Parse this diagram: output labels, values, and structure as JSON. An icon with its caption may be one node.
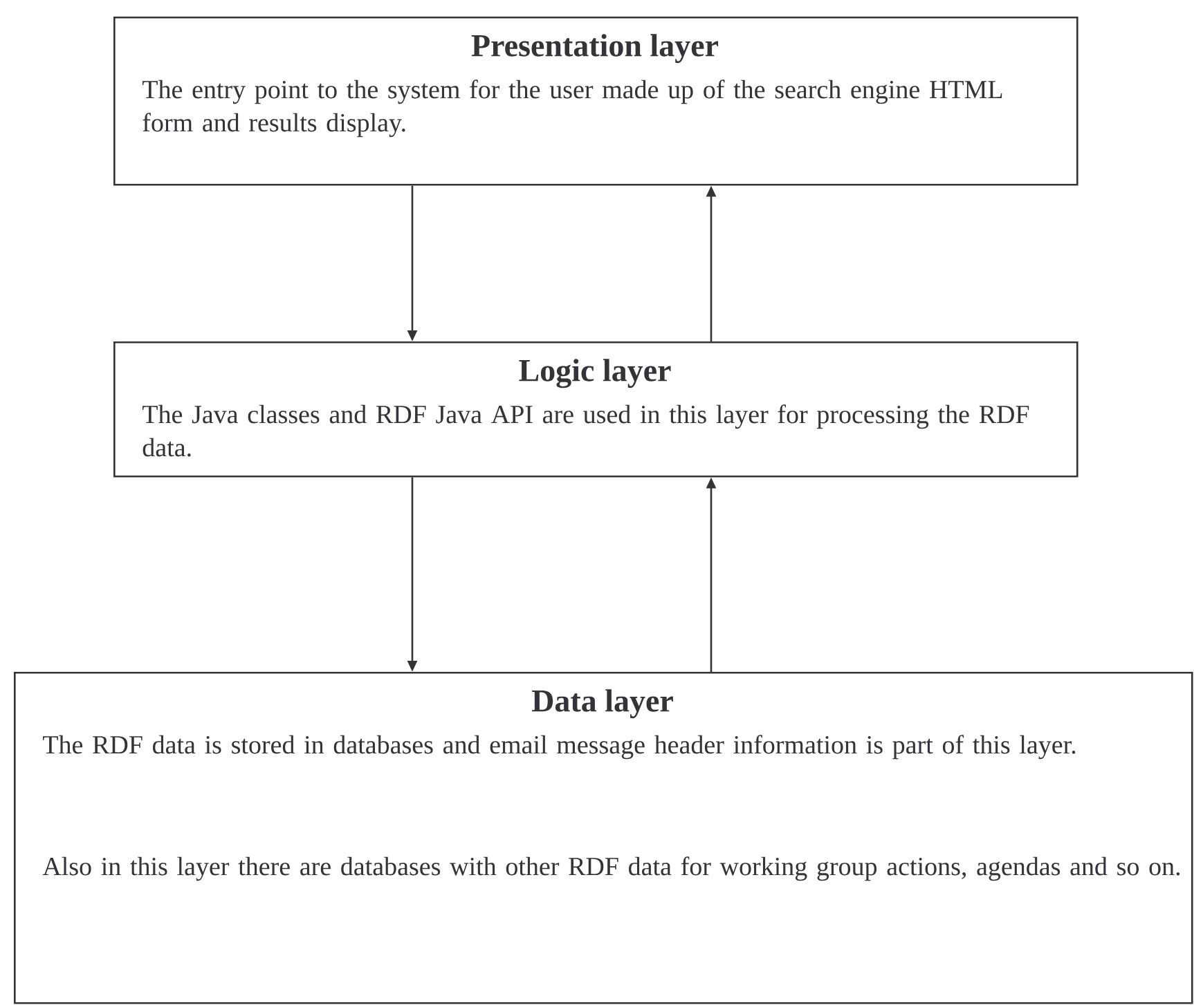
{
  "diagram": {
    "nodes": [
      {
        "text": [
          "Presentation layer",
          "The entry point to the system for the user made up of the search engine HTML form and results display."
        ]
      },
      {
        "text": [
          "Logic layer",
          "The Java classes and RDF Java API are used in this layer for processing the RDF data."
        ]
      },
      {
        "text": [
          "Data layer",
          "The RDF data is stored in databases and email message header information is part of this layer.",
          "Also in this layer there are databases with other RDF data for working group actions, agendas and so on."
        ]
      }
    ],
    "edges": [
      {
        "from": 0,
        "to": 1,
        "arrow": "to"
      },
      {
        "from": 1,
        "to": 0,
        "arrow": "to"
      },
      {
        "from": 1,
        "to": 2,
        "arrow": "to"
      },
      {
        "from": 2,
        "to": 1,
        "arrow": "to"
      }
    ]
  }
}
